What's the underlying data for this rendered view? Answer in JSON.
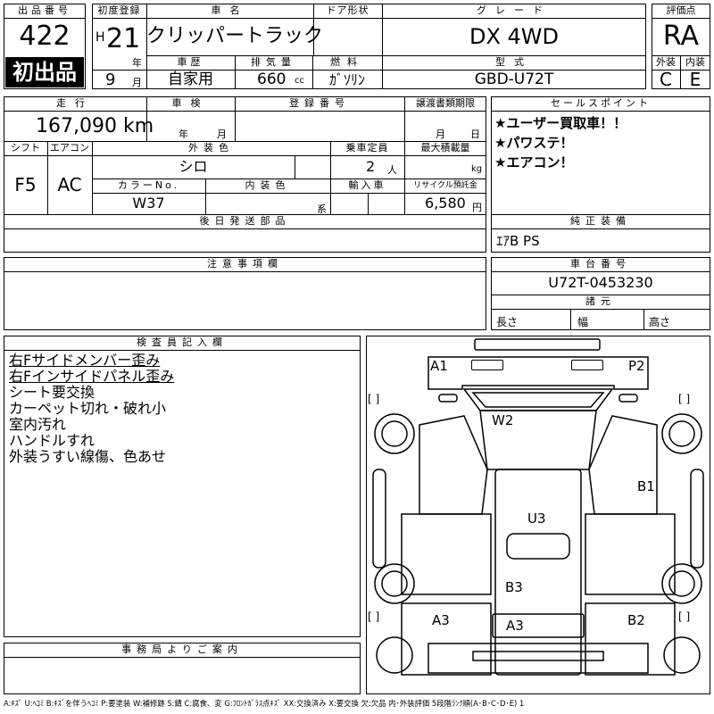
{
  "header": {
    "lot_label": "出品番号",
    "lot_number": "422",
    "first_listing": "初出品",
    "reg_label": "初度登録",
    "era_prefix": "H",
    "reg_year": "21",
    "year_unit": "年",
    "reg_month": "9",
    "month_unit": "月",
    "name_label": "車名",
    "car_name": "クリッパートラック",
    "door_label": "ドア形状",
    "door_value": "",
    "grade_label": "グレード",
    "grade": "DX 4WD",
    "score_label": "評価点",
    "score": "RA",
    "history_label": "車歴",
    "history": "自家用",
    "displacement_label": "排気量",
    "displacement": "660",
    "displacement_unit": "cc",
    "fuel_label": "燃料",
    "fuel": "ｶﾞｿﾘﾝ",
    "model_label": "型式",
    "model_code": "GBD-U72T",
    "exterior_label": "外装",
    "exterior_grade": "C",
    "interior_label": "内装",
    "interior_grade": "E"
  },
  "specs": {
    "mileage_label": "走行",
    "mileage": "167,090 km",
    "inspection_label": "車検",
    "inspection_year_unit": "年",
    "inspection_month_unit": "月",
    "plate_label": "登録番号",
    "plate": "",
    "transfer_label": "譲渡書類期限",
    "transfer_month_unit": "月",
    "transfer_day_unit": "日",
    "shift_label": "シフト",
    "shift": "F5",
    "ac_label": "エアコン",
    "ac": "AC",
    "color_label": "外装色",
    "color": "シロ",
    "capacity_label": "乗車定員",
    "capacity": "2",
    "capacity_unit": "人",
    "load_label": "最大積載量",
    "load_unit": "kg",
    "color_no_label": "カラーNo.",
    "color_no": "W37",
    "interior_color_label": "内装色",
    "interior_color_unit": "系",
    "import_label": "輸入車",
    "recycle_label": "リサイクル預託金",
    "recycle_fee": "6,580",
    "recycle_unit": "円"
  },
  "sales_points": {
    "label": "セールスポイント",
    "items": [
      "★ユーザー買取車！！",
      "★パワステ！",
      "★エアコン！"
    ]
  },
  "later_parts": {
    "label": "後日発送部品",
    "value": ""
  },
  "equipment": {
    "label": "純正装備",
    "value": "ｴｱB PS"
  },
  "caution": {
    "label": "注意事項欄",
    "value": ""
  },
  "chassis": {
    "label": "車台番号",
    "value": "U72T-0453230"
  },
  "dimensions": {
    "label": "諸元",
    "length_label": "長さ",
    "width_label": "幅",
    "height_label": "高さ"
  },
  "inspector": {
    "label": "検査員記入欄",
    "notes": [
      "右Fサイドメンバー歪み",
      "右Fインサイドパネル歪み",
      "シート要交換",
      "カーペット切れ・破れ小",
      "室内汚れ",
      "ハンドルすれ",
      "外装うすい線傷、色あせ"
    ]
  },
  "office": {
    "label": "事務局よりご案内",
    "value": ""
  },
  "diagram": {
    "marks": {
      "a1": "A1",
      "p2": "P2",
      "w2": "W2",
      "b1": "B1",
      "u3": "U3",
      "b3": "B3",
      "a3_left": "A3",
      "a3_center": "A3",
      "b2": "B2"
    },
    "bracket": "[  ]"
  },
  "legend": "A:ｷｽﾞ U:ﾍｺﾐ B:ｷｽﾞを伴うﾍｺﾐ P:要塗装 W:補修跡 S:錆 C:腐食、変 G:ﾌﾛﾝﾄｶﾞﾗｽ点ｷｽﾞ XX:交換済み X:要交換 欠:欠品 内･外装評価 5段階ﾗﾝｸ順(A･B･C･D･E) 1"
}
